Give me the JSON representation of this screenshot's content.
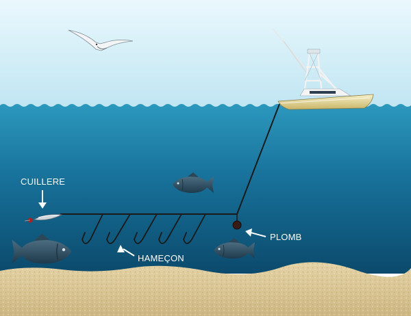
{
  "labels": {
    "lure": "CUILLERE",
    "hooks": "HAMEÇON",
    "sinker": "PLOMB"
  },
  "colors": {
    "sky_top": "#e9f7fc",
    "sky_bottom": "#bfe6f3",
    "water_top": "#2a93b8",
    "water_bottom": "#0a4a6e",
    "sand": "#dcc89a",
    "line": "#1a1a1a",
    "label_text": "#ffffff"
  }
}
